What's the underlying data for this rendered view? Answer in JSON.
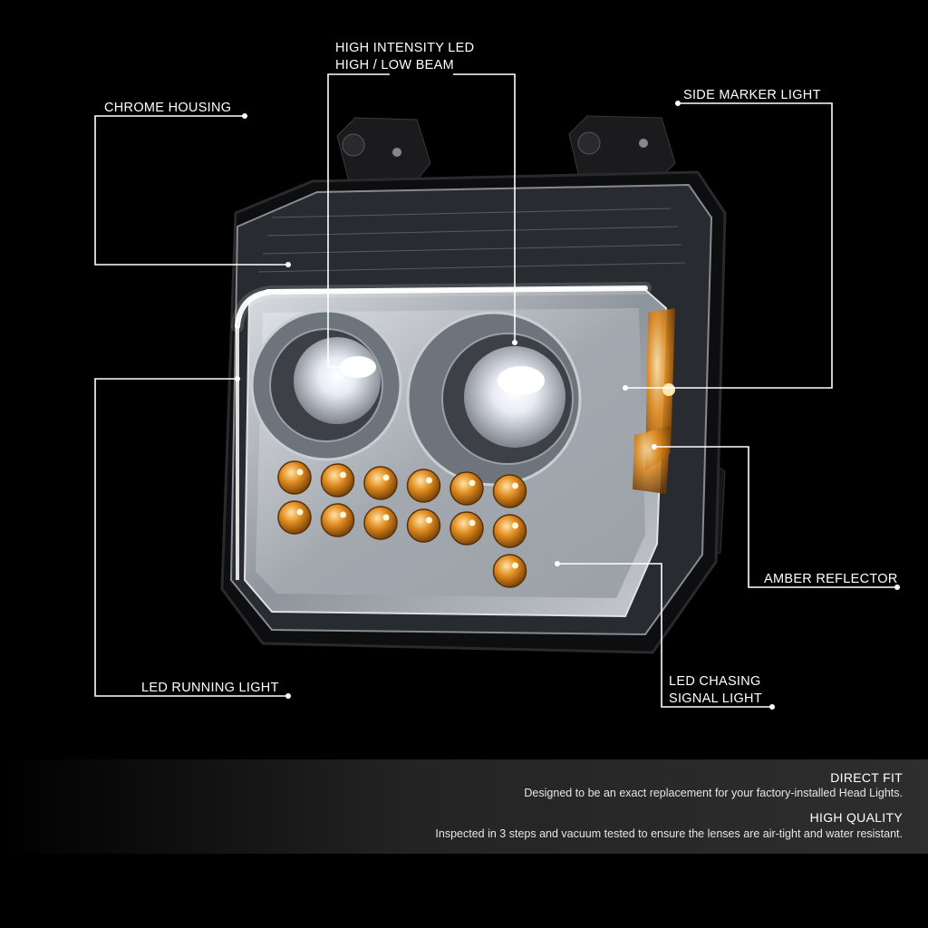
{
  "callouts": {
    "chrome_housing": "CHROME HOUSING",
    "high_intensity_line1": "HIGH INTENSITY LED",
    "high_intensity_line2": "HIGH / LOW BEAM",
    "side_marker": "SIDE MARKER LIGHT",
    "amber_reflector": "AMBER REFLECTOR",
    "led_running": "LED RUNNING LIGHT",
    "led_chasing_line1": "LED CHASING",
    "led_chasing_line2": "SIGNAL LIGHT"
  },
  "features": [
    {
      "title": "DIRECT FIT",
      "text": "Designed to be an exact replacement for your factory-installed Head Lights."
    },
    {
      "title": "HIGH QUALITY",
      "text": "Inspected in 3 steps and vacuum tested to ensure the lenses are air-tight and water resistant."
    }
  ],
  "colors": {
    "background": "#000000",
    "amber": "#e08a1e",
    "chrome": "#b8bcc2",
    "leader_line": "#ffffff"
  }
}
